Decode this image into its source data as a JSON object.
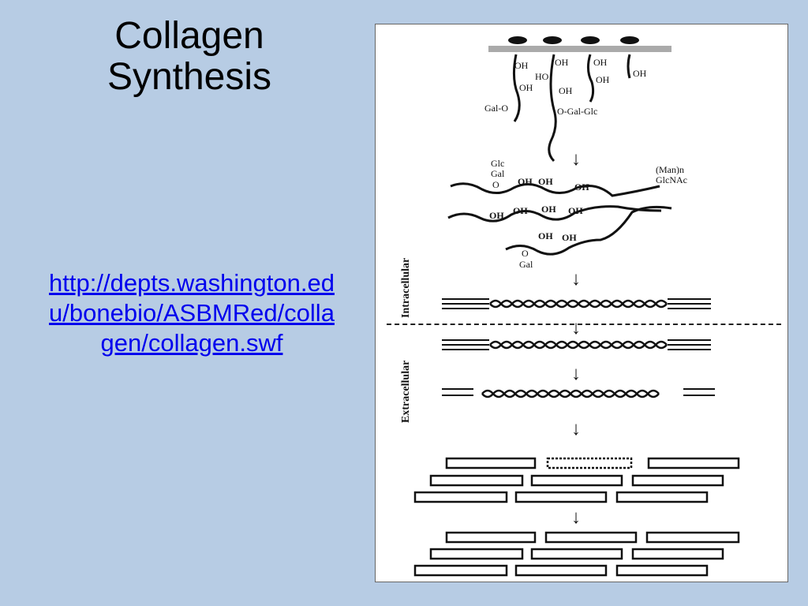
{
  "slide": {
    "title_line1": "Collagen",
    "title_line2": "Synthesis",
    "link_text": "http://depts.washington.edu/bonebio/ASBMRed/collagen/collagen.swf"
  },
  "diagram": {
    "labels": {
      "intracellular": "Intracellular",
      "extracellular": "Extracellular",
      "oh": "OH",
      "ho": "HO",
      "gal_o": "Gal-O",
      "o_gal_glc": "O-Gal-Glc",
      "glc": "Glc",
      "gal": "Gal",
      "o": "O",
      "man_n": "(Man)n",
      "glcnac": "GlcNAc"
    }
  }
}
